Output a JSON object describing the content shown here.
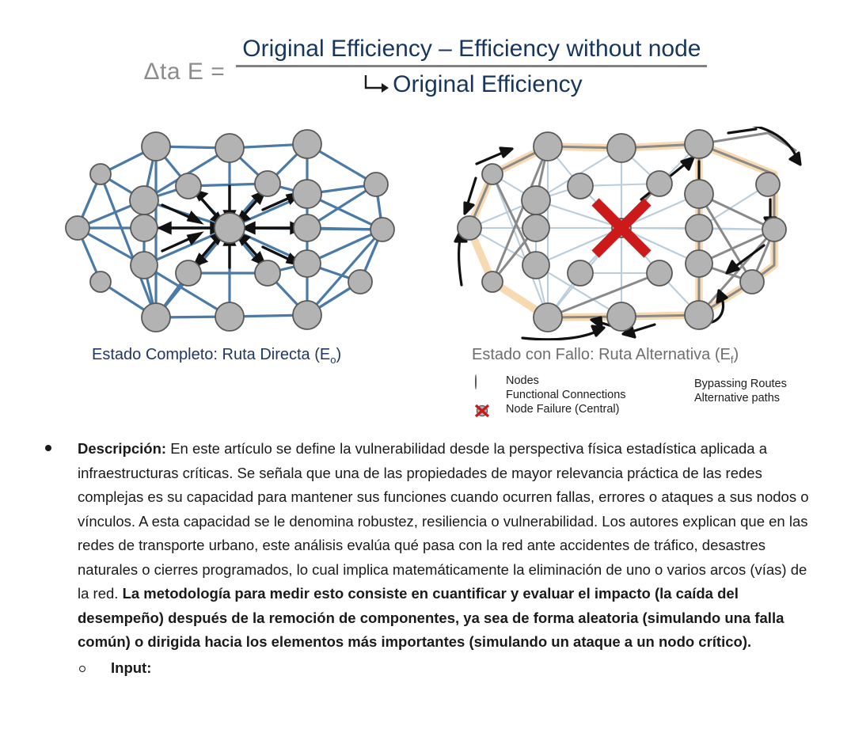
{
  "formula": {
    "lhs": "Δta E =",
    "numerator": "Original Efficiency – Efficiency without node",
    "denominator": "Original Efficiency",
    "arrow_icon": "elbow-arrow-right-icon",
    "colors": {
      "lhs": "#8c8c8c",
      "text": "#17365d",
      "bar": "#808080"
    }
  },
  "diagrams": {
    "left": {
      "caption_main": "Estado Completo: Ruta Directa (E",
      "caption_sub": "o",
      "caption_close": ")",
      "caption_color": "#1f3864",
      "link_color": "#4a7aa7",
      "node_fill": "#b3b3b3",
      "node_stroke": "#595959"
    },
    "right": {
      "caption_main": "Estado con Fallo: Ruta Alternativa (E",
      "caption_sub": "f",
      "caption_close": ")",
      "caption_color": "#6e6e6e",
      "faded_link_color": "#b9cddd",
      "alt_path_color": "#8a8a8a",
      "bypass_color": "#f7d9b2",
      "failure_color": "#cc1a1a",
      "node_fill": "#b3b3b3",
      "node_stroke": "#595959"
    }
  },
  "legend": {
    "column_1": [
      {
        "icon": "node-circle-icon",
        "label": "Nodes"
      },
      {
        "icon": "blue-line-icon",
        "label": "Functional Connections"
      },
      {
        "icon": "red-x-node-failure-icon",
        "label": "Node Failure (Central)"
      }
    ],
    "column_2": [
      {
        "icon": "orange-band-icon",
        "label": "Bypassing Routes"
      },
      {
        "icon": "gray-line-icon",
        "label": "Alternative paths"
      }
    ]
  },
  "body": {
    "bullet_1": {
      "lead_bold": "Descripción:",
      "text_normal": " En este artículo se define la vulnerabilidad desde la perspectiva física estadística aplicada a infraestructuras críticas. Se señala que una de las propiedades de mayor relevancia práctica de las redes complejas es su capacidad para mantener sus funciones cuando ocurren fallas, errores o ataques a sus nodos o vínculos. A esta capacidad se le denomina robustez, resiliencia o vulnerabilidad. Los autores explican que en las redes de transporte urbano, este análisis evalúa qué pasa con la red ante accidentes de tráfico, desastres naturales o cierres programados, lo cual implica matemáticamente la eliminación de uno o varios arcos (vías) de la red. ",
      "text_bold_tail": "La metodología para medir esto consiste en cuantificar y evaluar el impacto (la caída del desempeño) después de la remoción de componentes, ya sea de forma aleatoria (simulando una falla común) o dirigida hacia los elementos más importantes (simulando un ataque a un nodo crítico)."
    },
    "bullet_2": {
      "text": "Input:"
    }
  }
}
